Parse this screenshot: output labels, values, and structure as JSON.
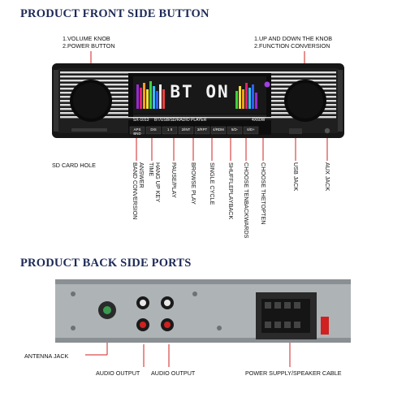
{
  "front": {
    "heading": "PRODUCT FRONT SIDE BUTTON",
    "left_callout": [
      "1.VOLUME KNOB",
      "2.POWER BUTTON"
    ],
    "right_callout": [
      "1.UP AND DOWN THE KNOB",
      "2.FUNCTION CONVERSION"
    ],
    "sd_label": "SD CARD HOLE",
    "display_text": "BT ON",
    "model": "SX-1013",
    "subtitle": "BT/USB/SD/RADIO PLAYER",
    "power": "4X60W",
    "buttons": [
      "APS BND",
      "DIS",
      "1 II",
      "2/INT",
      "3/RPT",
      "4/RDM",
      "5/D-",
      "6/D+"
    ],
    "vertical_labels": [
      [
        "ANSWER",
        "BAND CONVERSION"
      ],
      [
        "HANG UP KEY",
        "TIME"
      ],
      [
        "PAUSE/PLAY"
      ],
      [
        "BROWSE PLAY"
      ],
      [
        "SINGLE CYCLE"
      ],
      [
        "SHUFFLEPLAYBACK"
      ],
      [
        "CHOOSE TENBACKWARDS"
      ],
      [
        "CHOOSE THETOPTEN"
      ],
      [
        "USB JACK"
      ],
      [
        "AUX JACK"
      ]
    ]
  },
  "back": {
    "heading": "PRODUCT BACK SIDE PORTS",
    "antenna_label": "ANTENNA JACK",
    "audio_output_1": "AUDIO OUTPUT",
    "audio_output_2": "AUDIO OUTPUT",
    "power_label": "POWER SUPPLY/SPEAKER CABLE"
  },
  "colors": {
    "heading": "#1d2a57",
    "leader": "#d22020",
    "panel": "#161616",
    "stripes": "#d8d8d8",
    "chassis": "#aeb3b6"
  }
}
